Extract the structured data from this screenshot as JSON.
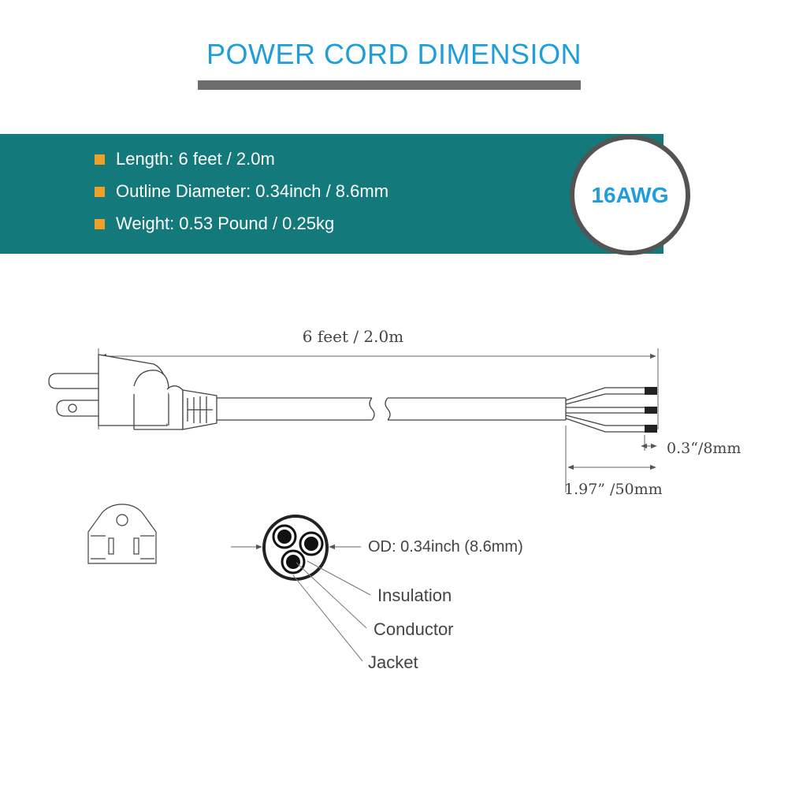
{
  "title": "POWER CORD DIMENSION",
  "specs": [
    "Length: 6 feet / 2.0m",
    "Outline Diameter: 0.34inch / 8.6mm",
    "Weight: 0.53 Pound / 0.25kg"
  ],
  "badge": "16AWG",
  "dimensions": {
    "length": "6 feet / 2.0m",
    "strip_short": "0.3“/8mm",
    "strip_long": "1.97” /50mm"
  },
  "cross_section": {
    "od": "OD: 0.34inch (8.6mm)",
    "insulation": "Insulation",
    "conductor": "Conductor",
    "jacket": "Jacket"
  },
  "colors": {
    "title": "#1f9ed8",
    "band": "#14797a",
    "bullet": "#f0a025",
    "badge_border": "#545454"
  }
}
